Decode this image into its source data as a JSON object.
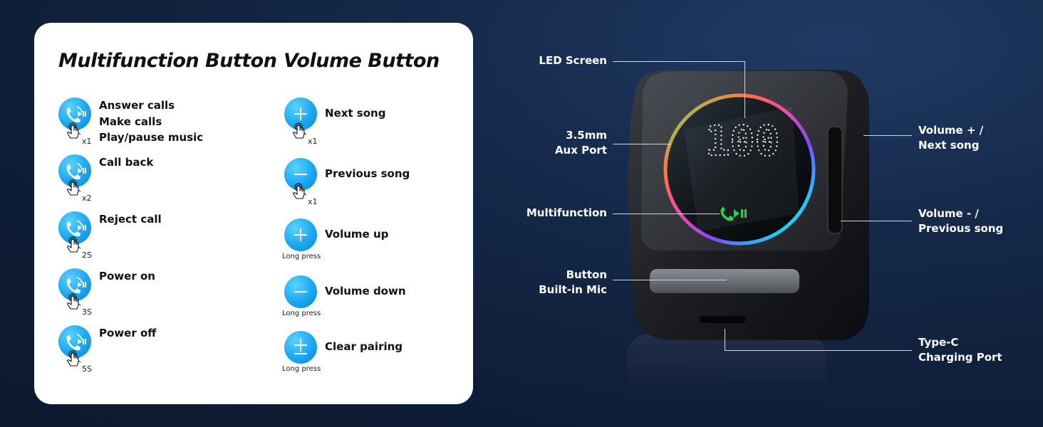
{
  "multifunction": {
    "title": "Multifunction Button",
    "items": [
      {
        "lines": [
          "Answer calls",
          "Make calls",
          "Play/pause music"
        ],
        "press": "x1"
      },
      {
        "lines": [
          "Call back"
        ],
        "press": "x2"
      },
      {
        "lines": [
          "Reject call"
        ],
        "press": "2S"
      },
      {
        "lines": [
          "Power on"
        ],
        "press": "3S"
      },
      {
        "lines": [
          "Power off"
        ],
        "press": "5S"
      }
    ]
  },
  "volume": {
    "title": "Volume Button",
    "items": [
      {
        "label": "Next song",
        "symbol": "plus",
        "press": "x1"
      },
      {
        "label": "Previous song",
        "symbol": "minus",
        "press": "x1"
      },
      {
        "label": "Volume up",
        "symbol": "plus",
        "press": "Long press"
      },
      {
        "label": "Volume down",
        "symbol": "minus",
        "press": "Long press"
      },
      {
        "label": "Clear pairing",
        "symbol": "plus-minus",
        "press": "Long press"
      }
    ]
  },
  "device": {
    "display": "100",
    "callouts_left": [
      {
        "lines": [
          "LED Screen"
        ]
      },
      {
        "lines": [
          "3.5mm",
          "Aux Port"
        ]
      },
      {
        "lines": [
          "Multifunction"
        ]
      },
      {
        "lines": [
          "Button",
          "Built-in Mic"
        ]
      }
    ],
    "callouts_right": [
      {
        "lines": [
          "Volume + /",
          "Next song"
        ]
      },
      {
        "lines": [
          "Volume - /",
          "Previous song"
        ]
      },
      {
        "lines": [
          "Type-C",
          "Charging Port"
        ]
      }
    ]
  },
  "colors": {
    "background": "#13254a",
    "card": "#ffffff",
    "button_blue": "#1aa6f2",
    "led_green": "#2bd14a"
  }
}
